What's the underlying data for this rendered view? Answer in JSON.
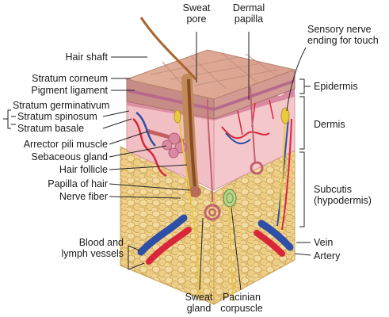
{
  "labels": {
    "sweat_pore": [
      "Sweat",
      "pore"
    ],
    "dermal_papilla": [
      "Dermal",
      "papilla"
    ],
    "sensory_nerve": [
      "Sensory nerve",
      "ending for touch"
    ],
    "hair_shaft": "Hair shaft",
    "stratum_corneum": "Stratum corneum",
    "pigment_ligament": "Pigment ligament",
    "stratum_germinativum": "Stratum germinativum",
    "stratum_spinosum": "Stratum spinosum",
    "stratum_basale": "Stratum basale",
    "arrector_pili": "Arrector pili muscle",
    "sebaceous_gland": "Sebaceous gland",
    "hair_follicle": "Hair follicle",
    "papilla_of_hair": "Papilla of hair",
    "nerve_fiber": "Nerve fiber",
    "blood_lymph": [
      "Blood and",
      "lymph vessels"
    ],
    "epidermis": "Epidermis",
    "dermis": "Dermis",
    "subcutis": [
      "Subcutis",
      "(hypodermis)"
    ],
    "vein": "Vein",
    "artery": "Artery",
    "sweat_gland": [
      "Sweat",
      "gland"
    ],
    "pacinian": [
      "Pacinian",
      "corpuscle"
    ]
  },
  "colors": {
    "epidermis_top": "#e8b9a4",
    "epidermis_side": "#c88c86",
    "dermis": "#f3c3c8",
    "subcutis_fat": "#eac77a",
    "fat_outline": "#c9a050",
    "artery": "#d9263b",
    "vein": "#2d4fa8",
    "nerve": "#e8c940",
    "hair": "#a8652e",
    "gland_pink": "#d98aa0"
  }
}
